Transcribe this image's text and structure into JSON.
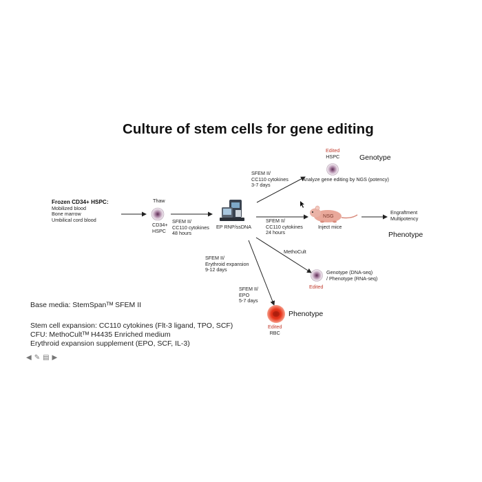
{
  "title": "Culture of stem cells for gene editing",
  "source": {
    "heading": "Frozen CD34+ HSPC:",
    "items": [
      "Mobilized blood",
      "Bone marrow",
      "Umbilical cord blood"
    ]
  },
  "thaw": {
    "top": "Thaw",
    "bottom": [
      "CD34+",
      "HSPC"
    ]
  },
  "step1": [
    "SFEM II/",
    "CC110 cytokines",
    "48 hours"
  ],
  "ep_label": "EP RNP/ssDNA",
  "branch_top": [
    "SFEM II/",
    "CC110 cytokines",
    "3-7 days"
  ],
  "ngs_label": "Analyze gene editing by NGS (potency)",
  "edited_hspc": {
    "edited": "Edited",
    "name": "HSPC"
  },
  "genotype_heading": "Genotype",
  "branch_mid": [
    "SFEM II/",
    "CC110 cytokines",
    "24 hours"
  ],
  "nsg_label": "NSG",
  "inject_label": "Inject mice",
  "engraft": [
    "Engraftment",
    "Multipotency"
  ],
  "phenotype_heading": "Phenotype",
  "methocult_label": "MethoCult",
  "geno_pheno": [
    "Genotype (DNA-seq)",
    "/ Phenotype (RNA-seq)"
  ],
  "edited_label": "Edited",
  "erythroid": [
    "SFEM II/",
    "Erythroid expansion",
    "9-12 days"
  ],
  "epo": [
    "SFEM II/",
    "EPO",
    "5-7 days"
  ],
  "phenotype_bottom": "Phenotype",
  "edited_rbc": {
    "edited": "Edited",
    "name": "RBC"
  },
  "notes": {
    "base_media": "Base media: StemSpanᵀᴹ SFEM II",
    "line1": "Stem cell expansion: CC110 cytokines (Flt-3 ligand, TPO, SCF)",
    "line2": "CFU: MethoCultᵀᴹ H4435 Enriched medium",
    "line3": "Erythroid expansion supplement (EPO, SCF, IL-3)"
  },
  "colors": {
    "cell": "#9b6a8f",
    "rbc": "#e8361c",
    "edited": "#c0392b"
  },
  "icons": [
    "arrow-left-icon",
    "pencil-icon",
    "menu-icon",
    "arrow-right-icon"
  ]
}
